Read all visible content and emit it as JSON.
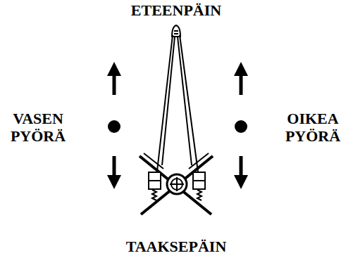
{
  "diagram": {
    "labels": [
      "ETEENPÄIN",
      "VASEN PYÖRÄ",
      "OIKEA PYÖRÄ",
      "TAAKSEPÄIN"
    ]
  }
}
